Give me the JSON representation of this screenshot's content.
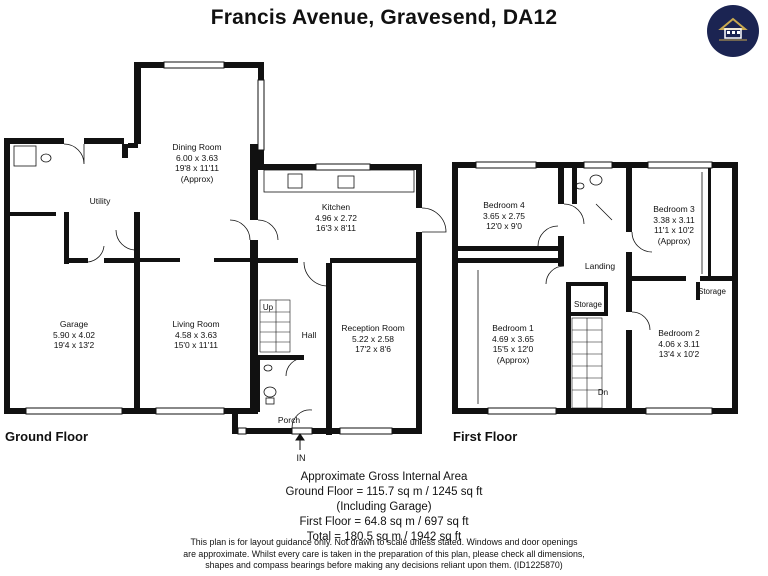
{
  "title": "Francis Avenue, Gravesend, DA12",
  "colors": {
    "wall": "#111111",
    "window": "#ffffff",
    "logo_bg": "#1b2452",
    "logo_gold": "#c9a94f"
  },
  "logo": {
    "icon": "house-logo-icon"
  },
  "ground_floor": {
    "label": "Ground Floor",
    "entrance": "IN",
    "rooms": [
      {
        "key": "dining",
        "name": "Dining Room",
        "dims": "6.00 x 3.63",
        "imperial": "19'8 x 11'11",
        "note": "(Approx)"
      },
      {
        "key": "utility",
        "name": "Utility"
      },
      {
        "key": "kitchen",
        "name": "Kitchen",
        "dims": "4.96 x 2.72",
        "imperial": "16'3 x 8'11"
      },
      {
        "key": "garage",
        "name": "Garage",
        "dims": "5.90 x 4.02",
        "imperial": "19'4 x 13'2"
      },
      {
        "key": "living",
        "name": "Living Room",
        "dims": "4.58 x 3.63",
        "imperial": "15'0 x 11'11"
      },
      {
        "key": "hall",
        "name": "Hall"
      },
      {
        "key": "reception",
        "name": "Reception Room",
        "dims": "5.22 x 2.58",
        "imperial": "17'2 x 8'6"
      },
      {
        "key": "porch",
        "name": "Porch"
      }
    ],
    "stairs_label": "Up"
  },
  "first_floor": {
    "label": "First Floor",
    "rooms": [
      {
        "key": "bed4",
        "name": "Bedroom 4",
        "dims": "3.65 x 2.75",
        "imperial": "12'0 x 9'0"
      },
      {
        "key": "bed3",
        "name": "Bedroom 3",
        "dims": "3.38 x 3.11",
        "imperial": "11'1 x 10'2",
        "note": "(Approx)"
      },
      {
        "key": "landing",
        "name": "Landing"
      },
      {
        "key": "bed1",
        "name": "Bedroom 1",
        "dims": "4.69 x 3.65",
        "imperial": "15'5 x 12'0",
        "note": "(Approx)"
      },
      {
        "key": "storage1",
        "name": "Storage"
      },
      {
        "key": "storage2",
        "name": "Storage"
      },
      {
        "key": "bed2",
        "name": "Bedroom 2",
        "dims": "4.06 x 3.11",
        "imperial": "13'4 x 10'2"
      }
    ],
    "stairs_label": "Dn"
  },
  "area_summary": [
    "Approximate Gross Internal Area",
    "Ground Floor = 115.7 sq m / 1245 sq ft",
    "(Including Garage)",
    "First Floor = 64.8 sq m / 697 sq ft",
    "Total = 180.5 sq m / 1942 sq ft"
  ],
  "disclaimer": [
    "This plan is for layout guidance only. Not drawn to scale unless stated. Windows and door openings",
    "are approximate. Whilst every care is taken in the preparation of this plan, please check all dimensions,",
    "shapes and compass bearings before making any decisions reliant upon them. (ID1225870)"
  ]
}
